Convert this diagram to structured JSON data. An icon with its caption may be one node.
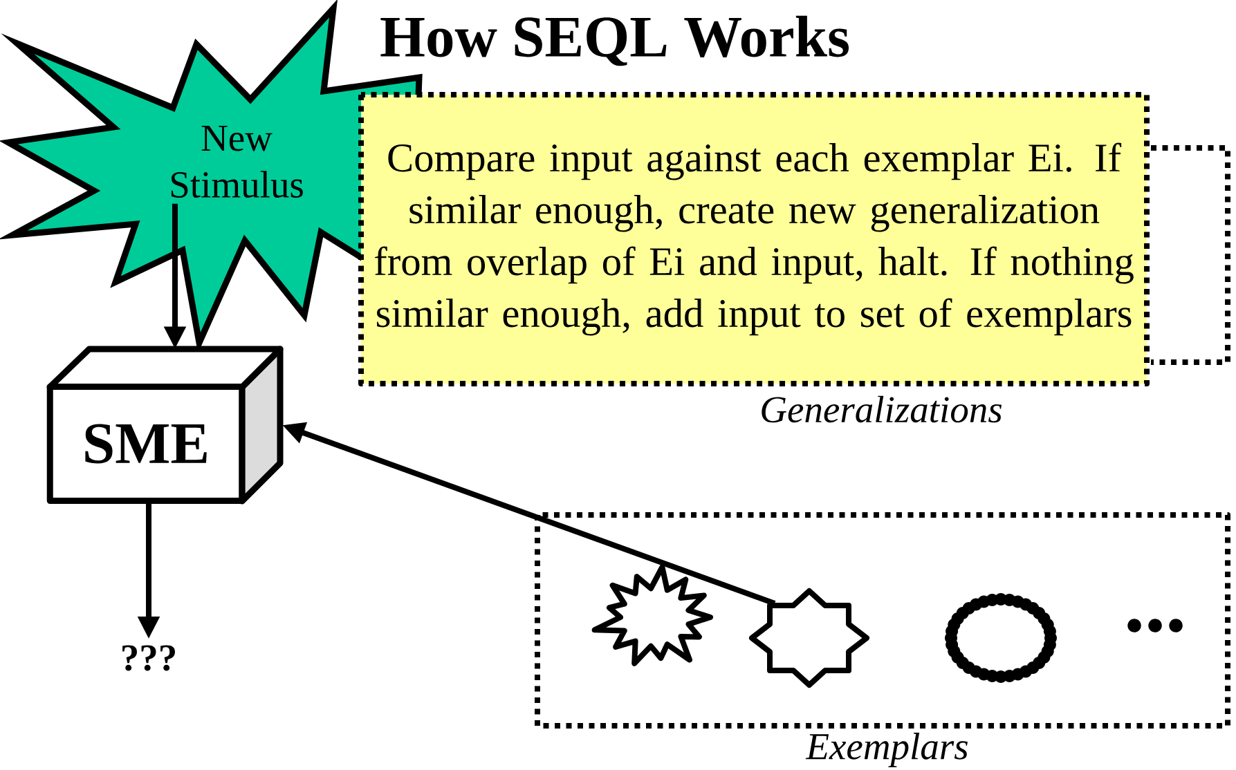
{
  "diagram": {
    "title": "How SEQL Works",
    "nodes": [
      {
        "text": [
          "New Stimulus"
        ]
      },
      {
        "text": [
          "Compare input against each exemplar Ei. If similar enough, create new generalization from overlap of Ei and input, halt. If nothing similar enough, add input to set of exemplars"
        ]
      },
      {
        "text": [
          "Generalizations"
        ]
      },
      {
        "text": [
          "SME"
        ]
      },
      {
        "text": [
          "???"
        ]
      },
      {
        "text": [
          "Exemplars"
        ]
      },
      {
        "text": [],
        "shape": "starburst",
        "in": 5
      },
      {
        "text": [],
        "shape": "star",
        "in": 5
      },
      {
        "text": [],
        "shape": "ring",
        "in": 5
      }
    ],
    "edges": [
      {
        "from": 0,
        "to": 3,
        "arrow": "to"
      },
      {
        "from": 3,
        "to": 4,
        "arrow": "to"
      },
      {
        "from": 7,
        "to": 3,
        "arrow": "to"
      }
    ],
    "labels": [
      "..."
    ]
  }
}
